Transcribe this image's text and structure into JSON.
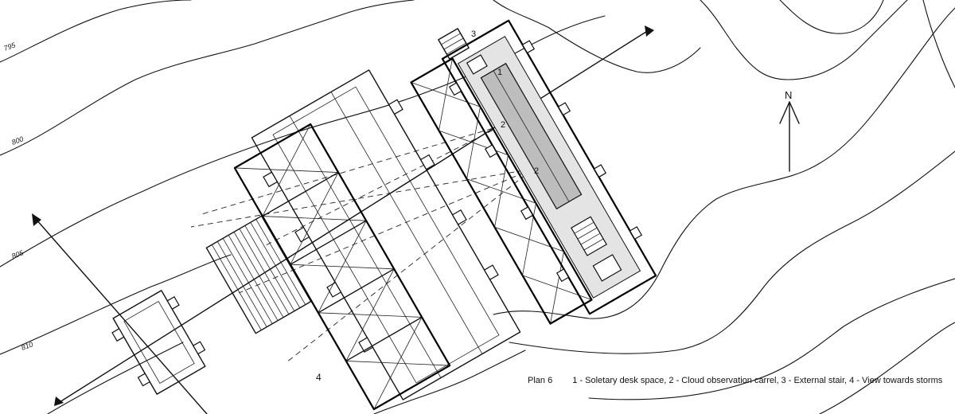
{
  "caption": {
    "plan_label": "Plan 6",
    "legend": "1 - Soletary desk space, 2 - Cloud observation carrel, 3 - External stair, 4 - View towards storms"
  },
  "north_label": "N",
  "markers": {
    "m1": "1",
    "m2a": "2",
    "m2b": "2",
    "m3": "3",
    "m4": "4"
  },
  "contour_labels": [
    "795",
    "800",
    "805",
    "810"
  ]
}
